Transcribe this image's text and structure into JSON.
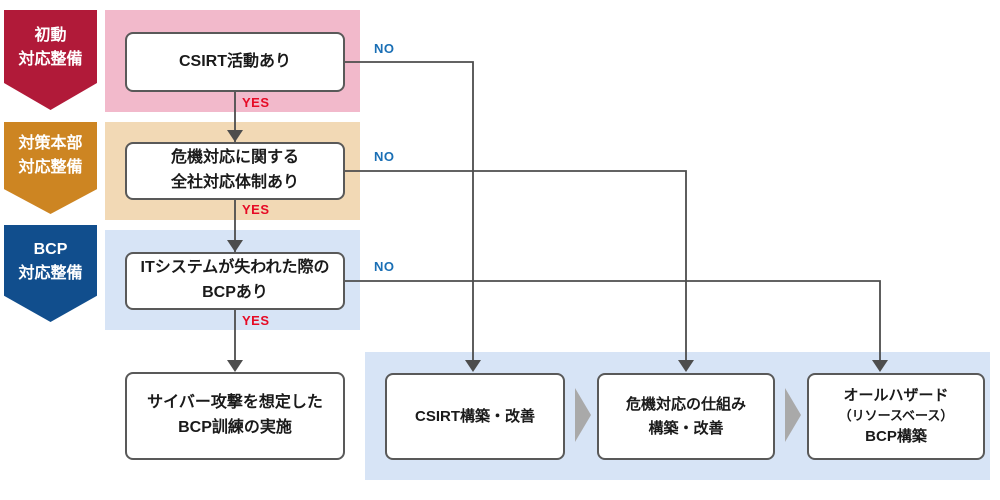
{
  "diagram": {
    "labels": {
      "yes": "YES",
      "no": "NO"
    },
    "stages": [
      {
        "badge": [
          "初動",
          "対応整備"
        ],
        "question": [
          "CSIRT活動あり"
        ]
      },
      {
        "badge": [
          "対策本部",
          "対応整備"
        ],
        "question": [
          "危機対応に関する",
          "全社対応体制あり"
        ]
      },
      {
        "badge": [
          "BCP",
          "対応整備"
        ],
        "question": [
          "ITシステムが失われた際の",
          "BCPあり"
        ]
      }
    ],
    "yes_outcome": [
      "サイバー攻撃を想定した",
      "BCP訓練の実施"
    ],
    "no_outcomes": [
      {
        "lines": [
          "CSIRT構築・改善"
        ]
      },
      {
        "lines": [
          "危機対応の仕組み",
          "構築・改善"
        ]
      },
      {
        "lines": [
          "オールハザード",
          "（リソースベース）",
          "BCP構築"
        ]
      }
    ],
    "colors": {
      "badge_red": "#b11a39",
      "badge_orange": "#cd8522",
      "badge_blue": "#114e8d",
      "panel_pink": "#f2b9cb",
      "panel_tan": "#f2d9b5",
      "panel_light_blue": "#d7e4f6",
      "yes_text": "#e60a25",
      "no_text": "#1a6fb5",
      "connector_line": "#4d4d4d",
      "chevron_gray": "#a9a9a9",
      "box_border": "#595959"
    }
  }
}
